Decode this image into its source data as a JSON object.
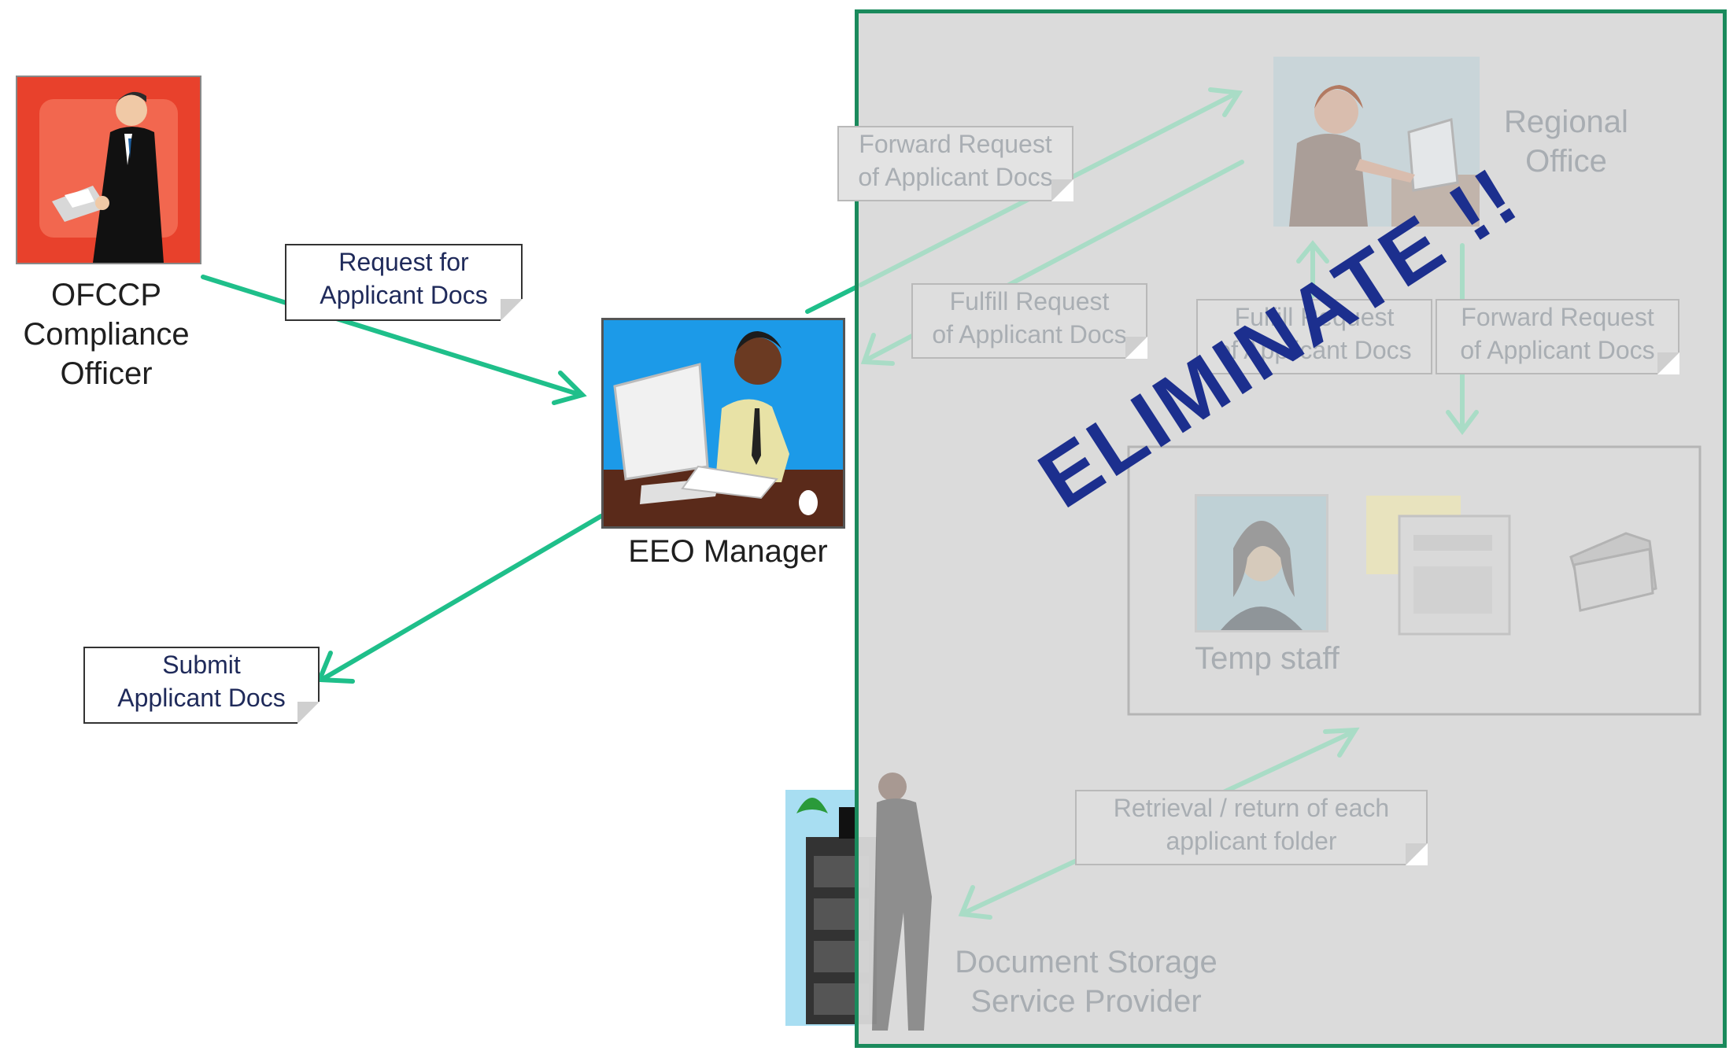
{
  "actors": {
    "ofccp": {
      "label_lines": [
        "OFCCP",
        "Compliance",
        "Officer"
      ],
      "icon": "businessman-reading-icon"
    },
    "eeo": {
      "label": "EEO Manager",
      "icon": "manager-at-computer-icon"
    },
    "regional": {
      "label_lines": [
        "Regional",
        "Office"
      ],
      "icon": "office-worker-laptop-icon"
    },
    "temp": {
      "label": "Temp staff",
      "icon": "woman-portrait-icon"
    },
    "storage": {
      "label_lines": [
        "Document Storage",
        "Service Provider"
      ],
      "icon": "filing-cabinet-worker-icon"
    }
  },
  "notes": {
    "request": [
      "Request for",
      "Applicant Docs"
    ],
    "submit": [
      "Submit",
      "Applicant Docs"
    ],
    "forward_top": [
      "Forward Request",
      "of Applicant Docs"
    ],
    "fulfill_left": [
      "Fulfill Request",
      "of Applicant Docs"
    ],
    "fulfill_mid": [
      "Fulfill Request",
      "of Applicant Docs"
    ],
    "forward_right": [
      "Forward Request",
      "of Applicant Docs"
    ],
    "retrieval": [
      "Retrieval / return  of each",
      "applicant folder"
    ]
  },
  "overlay_text": "ELIMINATE !!",
  "colors": {
    "arrow": "#1fbf8a",
    "overlay_border": "#1a8a5c",
    "overlay_fill": "#d9d9d9",
    "eliminate": "#1c2f8e",
    "ofccp_bg": "#e8412c",
    "eeo_bg": "#1c9ae8"
  }
}
